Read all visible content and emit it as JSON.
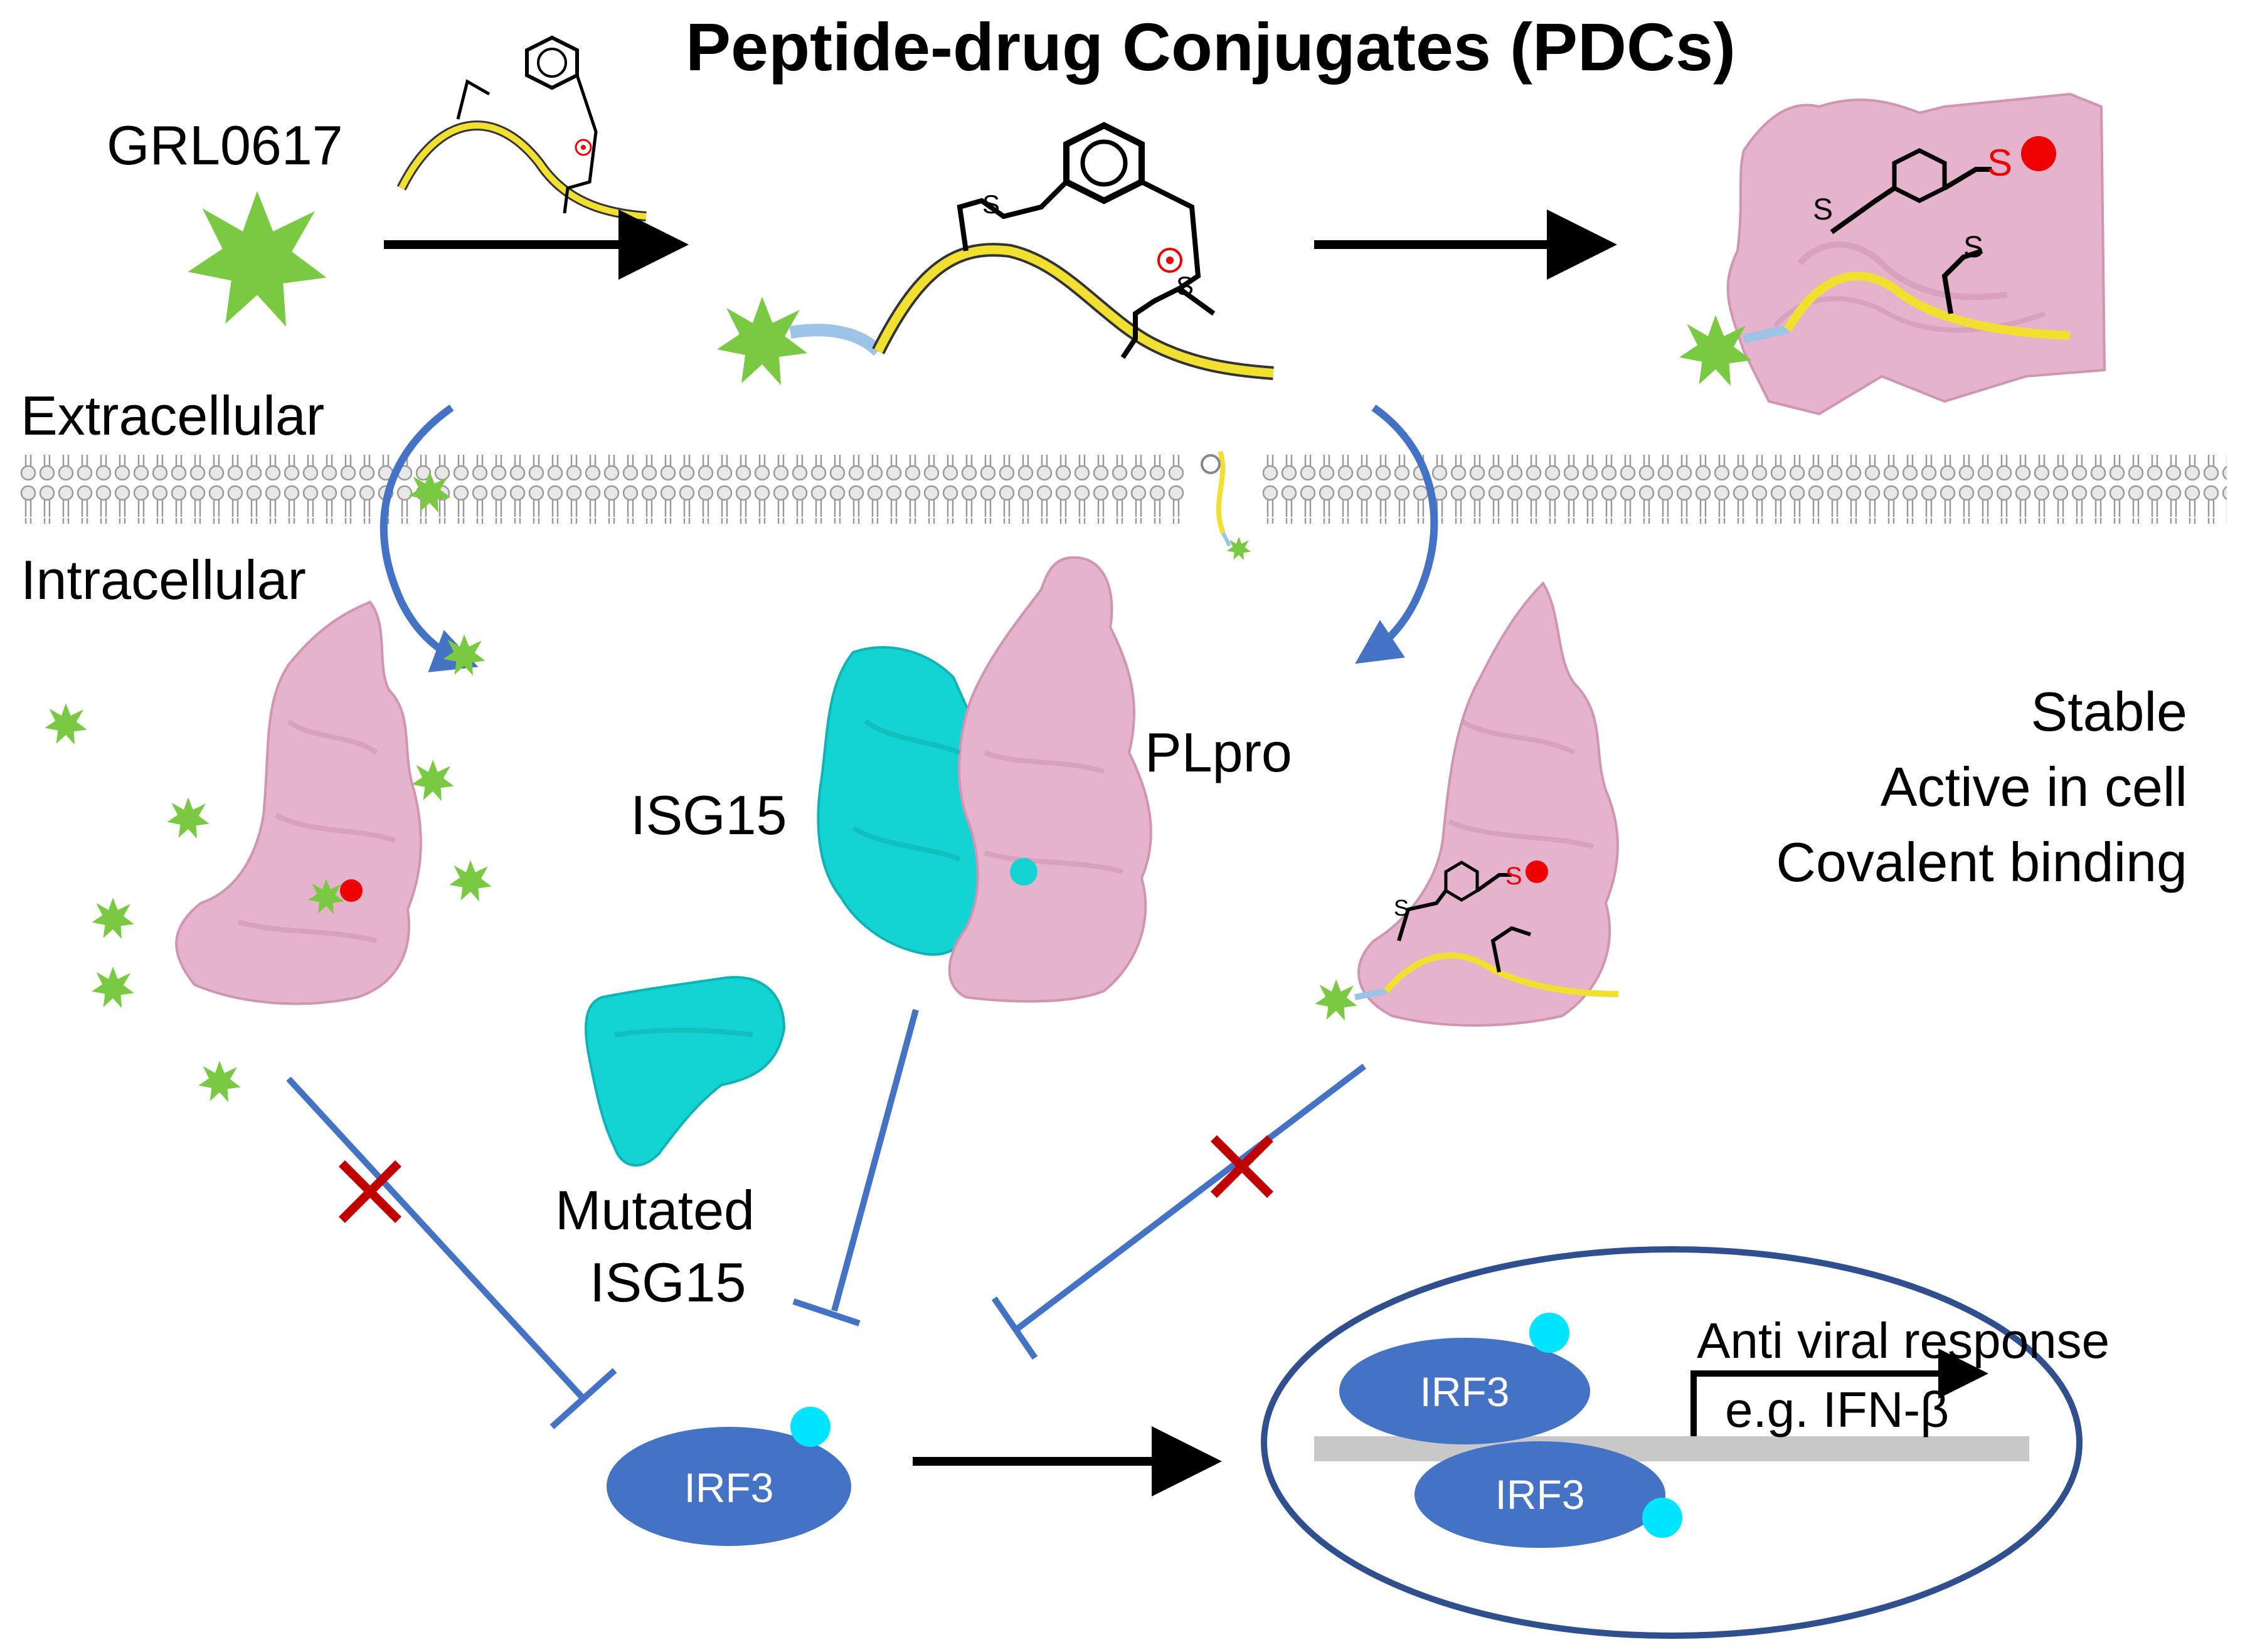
{
  "title": "Peptide-drug Conjugates (PDCs)",
  "drug_label": "GRL0617",
  "regions": {
    "extracellular": "Extracellular",
    "intracellular": "Intracellular"
  },
  "proteins": {
    "isg15": "ISG15",
    "plpro": "PLpro",
    "mutated_isg15_line1": "Mutated",
    "mutated_isg15_line2": "ISG15"
  },
  "properties": [
    "Stable",
    "Active in cell",
    "Covalent binding"
  ],
  "irf3_label": "IRF3",
  "nucleus": {
    "response_label": "Anti viral response",
    "example_label": "e.g. IFN-β"
  },
  "chem_atoms": {
    "sulfur": "S"
  },
  "colors": {
    "drug_green": "#7ac943",
    "peptide_yellow": "#f2e030",
    "protein_pink": "#e6b3cc",
    "isg15_cyan": "#14d3d3",
    "arrow_blue": "#4472c4",
    "irf3_blue": "#4472c4",
    "inhibit_x_red": "#c00000",
    "membrane_gray": "#c8c8c8",
    "phospho_cyan": "#00e5ff"
  }
}
